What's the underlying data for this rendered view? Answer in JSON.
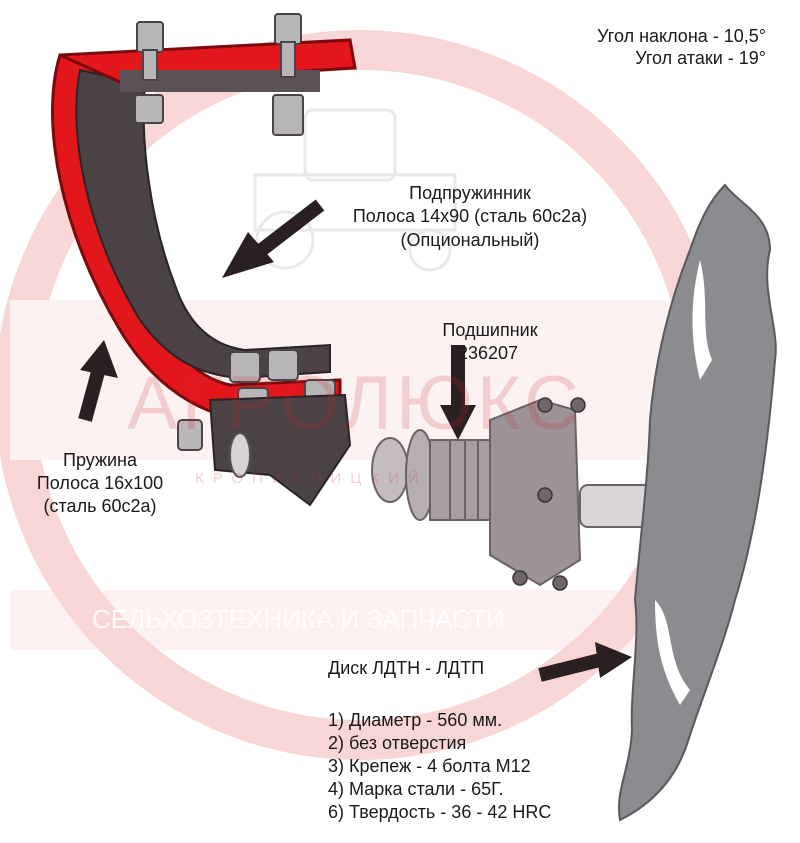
{
  "angles": {
    "tilt": "Угол наклона - 10,5°",
    "attack": "Угол атаки - 19°"
  },
  "spring_holder": {
    "title": "Подпружинник",
    "strip": "Полоса 14х90 (сталь 60с2а)",
    "note": "(Опциональный)"
  },
  "bearing": {
    "title": "Подшипник",
    "number": "236207"
  },
  "spring": {
    "title": "Пружина",
    "strip": "Полоса 16х100",
    "steel": "(сталь 60с2а)"
  },
  "disc": {
    "title": "Диск ЛДТН - ЛДТП",
    "specs": [
      "1) Диаметр - 560 мм.",
      "2) без отверстия",
      "3) Крепеж - 4 болта М12",
      "4) Марка стали - 65Г.",
      "6) Твердость - 36 - 42 HRC"
    ]
  },
  "watermark": {
    "brand": "АГРОЛЮКС",
    "city": "КРОПИВНИЦКИЙ",
    "tagline": "СЕЛЬХОЗТЕХНИКА И ЗАПЧАСТИ"
  },
  "colors": {
    "spring_red": "#e3171b",
    "metal_dark": "#4a4245",
    "disc_gray": "#8c8b8f",
    "watermark_red": "#e24a4a"
  }
}
